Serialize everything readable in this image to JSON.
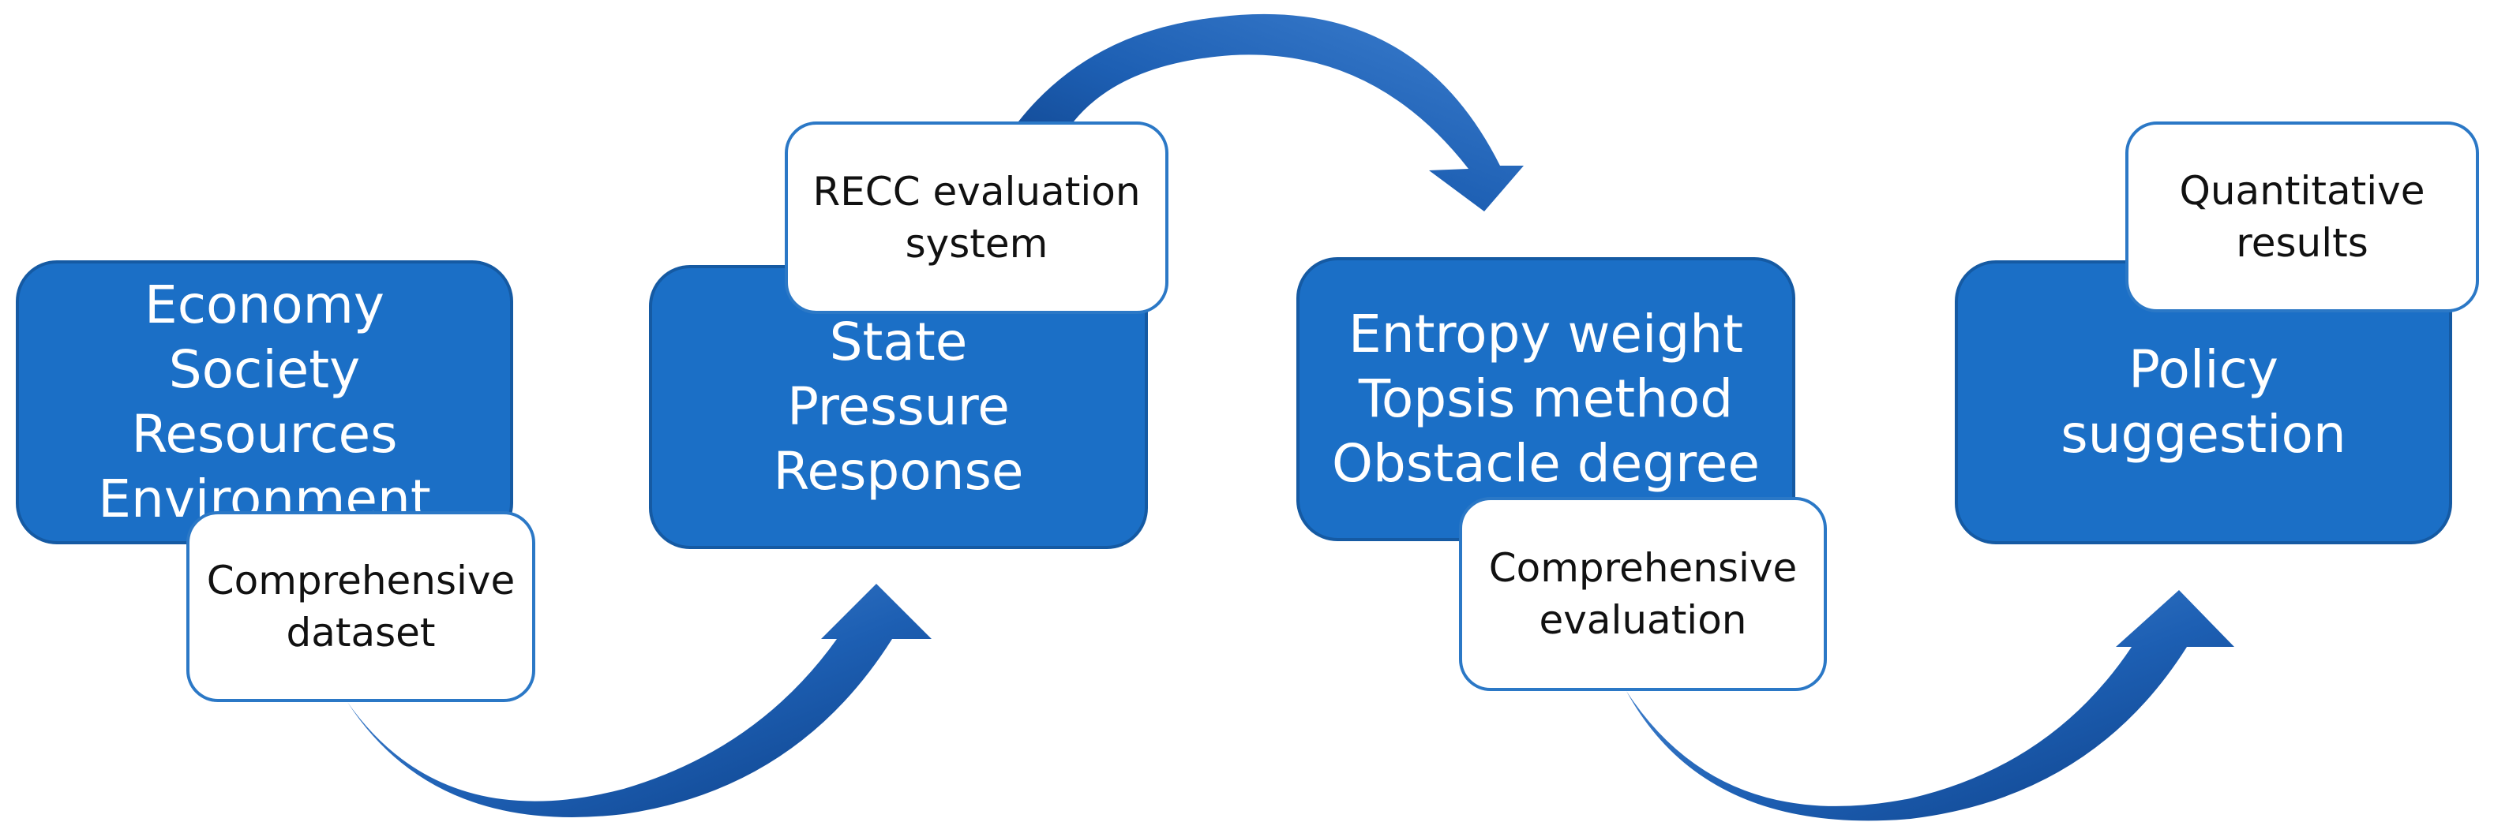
{
  "colors": {
    "box_fill": "#1b6fc6",
    "box_border": "#155aa3",
    "label_fill": "#ffffff",
    "label_border": "#2b78c6",
    "arrow_light": "#4f8fd8",
    "arrow_dark": "#0d3f86"
  },
  "steps": [
    {
      "lines": [
        "Economy",
        "Society",
        "Resources",
        "Environment"
      ]
    },
    {
      "lines": [
        "State",
        "Pressure",
        "Response"
      ]
    },
    {
      "lines": [
        "Entropy weight",
        "Topsis method",
        "Obstacle degree"
      ]
    },
    {
      "lines": [
        "Policy",
        "suggestion"
      ]
    }
  ],
  "labels": [
    {
      "lines": [
        "Comprehensive",
        "dataset"
      ]
    },
    {
      "lines": [
        "RECC evaluation",
        "system"
      ]
    },
    {
      "lines": [
        "Comprehensive",
        "evaluation"
      ]
    },
    {
      "lines": [
        "Quantitative",
        "results"
      ]
    }
  ]
}
